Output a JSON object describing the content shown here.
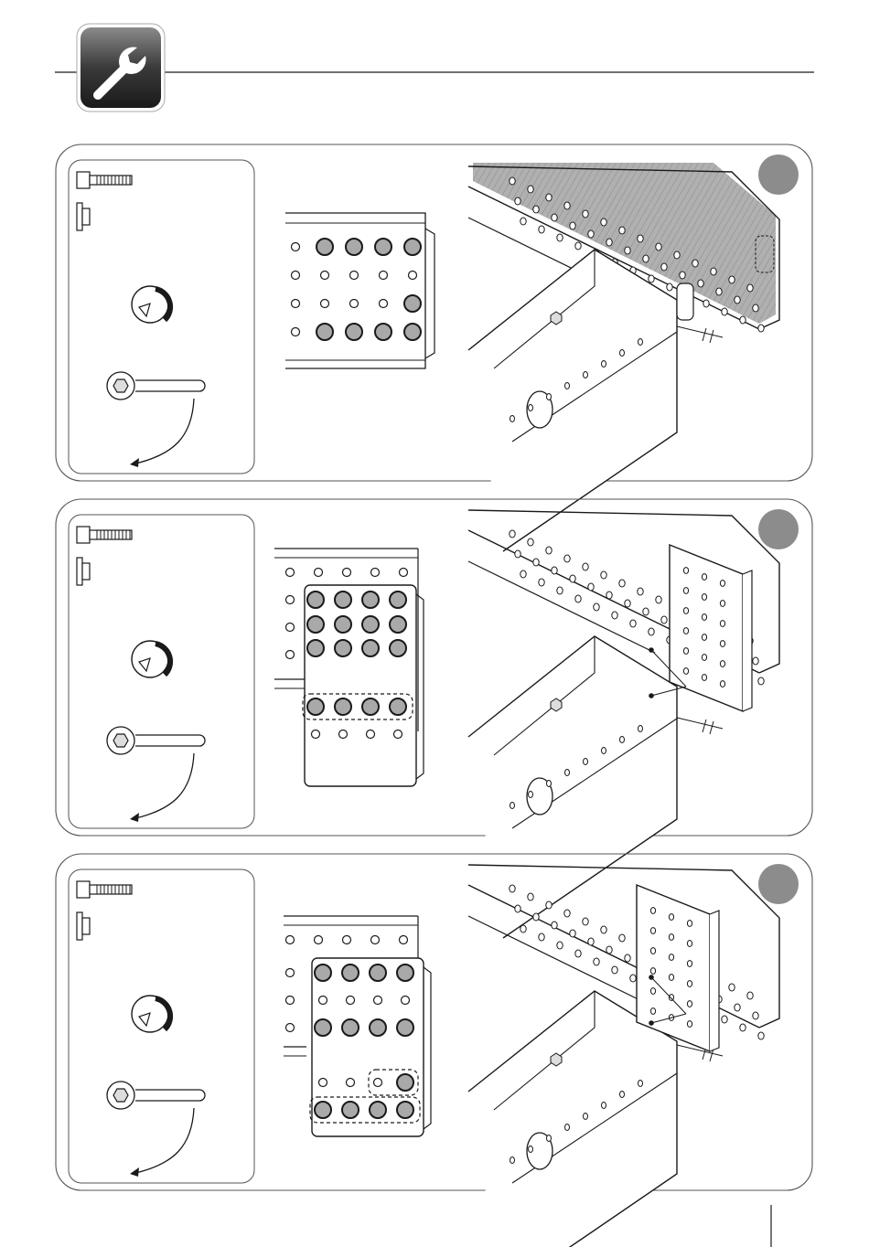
{
  "header": {
    "icon": "wrench-icon",
    "icon_colors": {
      "top": "#8a8a8a",
      "bottom": "#1a1a1a"
    }
  },
  "colors": {
    "line": "#1a1a1a",
    "panel_border": "#555555",
    "shade": "#9a9a9a",
    "bolt_fill": "#a9a9a9",
    "step_badge": "#8c8c8c"
  },
  "panels": [
    {
      "step_badge_visible": true,
      "sidebar_icons": [
        "bolt-icon",
        "flange-nut-icon",
        "rotate-clockwise-icon",
        "wrench-tighten-icon"
      ],
      "hole_grid": {
        "rows": 4,
        "cols": 5,
        "bolted": [
          [
            false,
            true,
            true,
            true,
            true
          ],
          [
            false,
            false,
            false,
            false,
            false
          ],
          [
            false,
            false,
            false,
            false,
            true
          ],
          [
            false,
            true,
            true,
            true,
            true
          ]
        ],
        "highlighted_row": null
      },
      "view": "rail-and-chassis"
    },
    {
      "step_badge_visible": true,
      "sidebar_icons": [
        "bolt-icon",
        "flange-nut-icon",
        "rotate-clockwise-icon",
        "wrench-tighten-icon"
      ],
      "hole_grid": {
        "rows": 6,
        "cols": 4,
        "bolted": [
          [
            true,
            true,
            true,
            true
          ],
          [
            true,
            true,
            true,
            true
          ],
          [
            true,
            true,
            true,
            true
          ],
          [
            true,
            true,
            true,
            true
          ],
          [
            false,
            false,
            false,
            false
          ]
        ],
        "highlighted_row": 3
      },
      "view": "rail-bracket-plate"
    },
    {
      "step_badge_visible": true,
      "sidebar_icons": [
        "bolt-icon",
        "flange-nut-icon",
        "rotate-clockwise-icon",
        "wrench-tighten-icon"
      ],
      "hole_grid": {
        "rows": 6,
        "cols": 4,
        "bolted": [
          [
            true,
            true,
            true,
            true
          ],
          [
            false,
            false,
            false,
            false
          ],
          [
            true,
            true,
            true,
            true
          ],
          [
            false,
            false,
            false,
            true
          ],
          [
            true,
            true,
            true,
            true
          ]
        ],
        "highlighted_row": 4
      },
      "view": "rail-bracket-angle"
    }
  ]
}
